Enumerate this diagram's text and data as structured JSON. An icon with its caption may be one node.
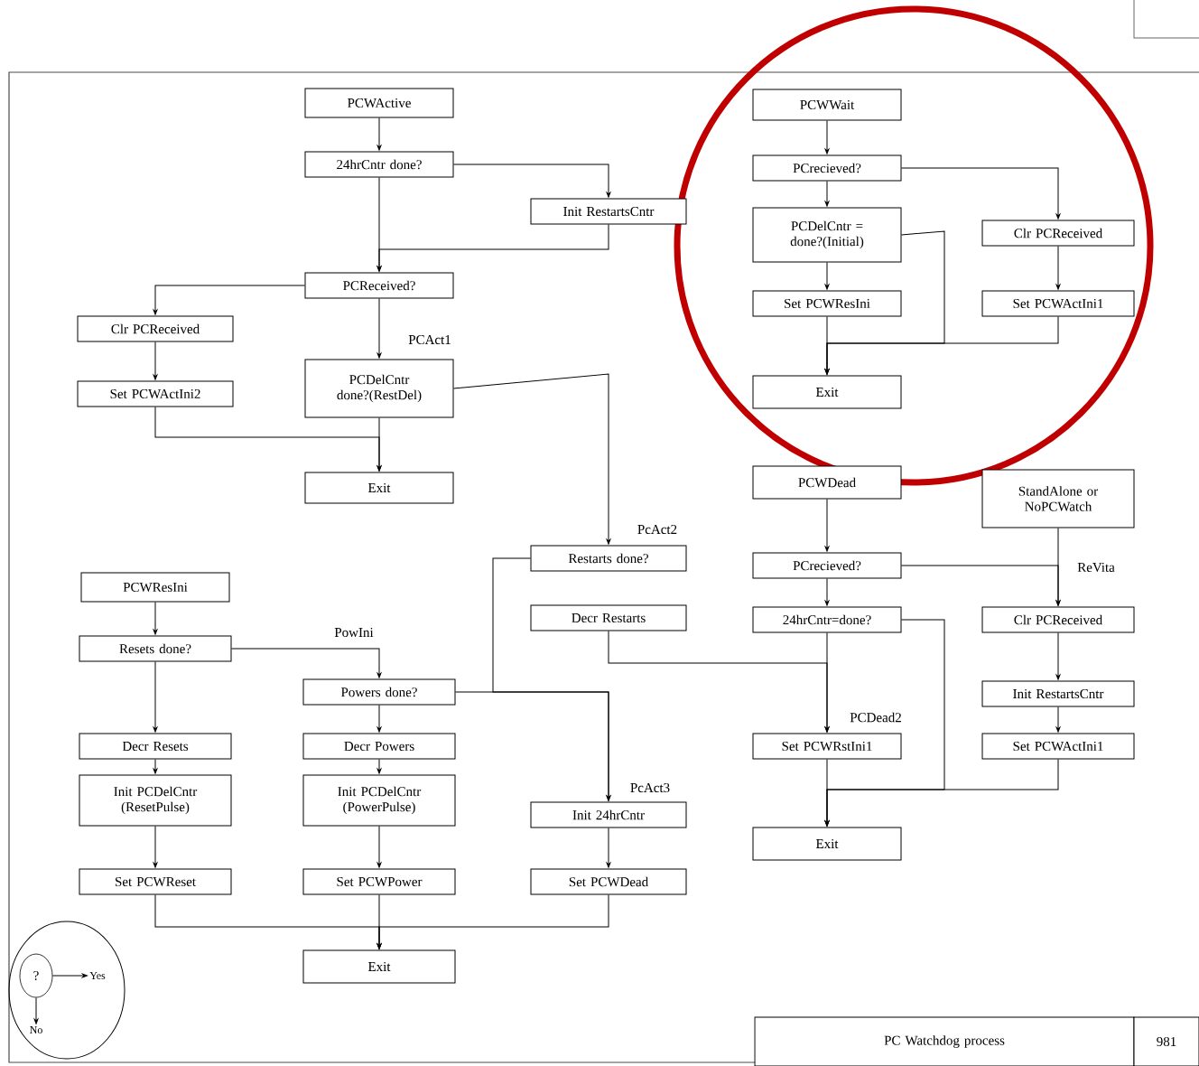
{
  "diagram": {
    "nodes": [
      {
        "text": [
          "PCWActive"
        ]
      },
      {
        "text": [
          "24hrCntr done?"
        ]
      },
      {
        "text": [
          "Init RestartsCntr"
        ]
      },
      {
        "text": [
          "PCReceived?"
        ]
      },
      {
        "text": [
          "Clr PCReceived"
        ]
      },
      {
        "text": [
          "Set PCWActIni2"
        ]
      },
      {
        "text": [
          "PCDelCntr done?(RestDel)"
        ]
      },
      {
        "text": [
          "Exit"
        ]
      },
      {
        "text": [
          "PCWWait"
        ]
      },
      {
        "text": [
          "PCrecieved?"
        ]
      },
      {
        "text": [
          "PCDelCntr = done?(Initial)"
        ]
      },
      {
        "text": [
          "Clr PCReceived"
        ]
      },
      {
        "text": [
          "Set PCWResIni"
        ]
      },
      {
        "text": [
          "Set PCWActIni1"
        ]
      },
      {
        "text": [
          "Exit"
        ]
      },
      {
        "text": [
          "Restarts done?"
        ]
      },
      {
        "text": [
          "Decr Restarts"
        ]
      },
      {
        "text": [
          "PCWResIni"
        ]
      },
      {
        "text": [
          "Resets done?"
        ]
      },
      {
        "text": [
          "Powers done?"
        ]
      },
      {
        "text": [
          "Decr Resets"
        ]
      },
      {
        "text": [
          "Decr Powers"
        ]
      },
      {
        "text": [
          "Init PCDelCntr (ResetPulse)"
        ]
      },
      {
        "text": [
          "Init PCDelCntr (PowerPulse)"
        ]
      },
      {
        "text": [
          "Init 24hrCntr"
        ]
      },
      {
        "text": [
          "Set PCWReset"
        ]
      },
      {
        "text": [
          "Set PCWPower"
        ]
      },
      {
        "text": [
          "Set PCWDead"
        ]
      },
      {
        "text": [
          "Exit"
        ]
      },
      {
        "text": [
          "PCWDead"
        ]
      },
      {
        "text": [
          "StandAlone or NoPCWatch"
        ]
      },
      {
        "text": [
          "PCrecieved?"
        ]
      },
      {
        "text": [
          "24hrCntr=done?"
        ]
      },
      {
        "text": [
          "Clr PCReceived"
        ]
      },
      {
        "text": [
          "Init RestartsCntr"
        ]
      },
      {
        "text": [
          "Set PCWRstIni1"
        ]
      },
      {
        "text": [
          "Set PCWActIni1"
        ]
      },
      {
        "text": [
          "Exit"
        ]
      },
      {
        "text": [
          "?"
        ]
      },
      {
        "text": [
          "Yes"
        ]
      },
      {
        "text": [
          "No"
        ]
      },
      {
        "text": [
          "PC Watchdog process"
        ]
      },
      {
        "text": [
          "981"
        ]
      }
    ],
    "edges": [
      {
        "from": 0,
        "to": 1,
        "arrow": "to"
      },
      {
        "from": 1,
        "to": 2,
        "arrow": "to"
      },
      {
        "from": 1,
        "to": 3,
        "arrow": "to"
      },
      {
        "from": 2,
        "to": 3,
        "arrow": "to"
      },
      {
        "from": 3,
        "to": 4,
        "arrow": "to"
      },
      {
        "from": 3,
        "to": 6,
        "arrow": "to",
        "label": "PCAct1"
      },
      {
        "from": 4,
        "to": 5,
        "arrow": "to"
      },
      {
        "from": 5,
        "to": 7,
        "arrow": "to"
      },
      {
        "from": 6,
        "to": 7,
        "arrow": "to"
      },
      {
        "from": 6,
        "to": 15,
        "arrow": "to",
        "label": "PcAct2"
      },
      {
        "from": 8,
        "to": 9,
        "arrow": "to"
      },
      {
        "from": 9,
        "to": 10,
        "arrow": "to"
      },
      {
        "from": 9,
        "to": 11,
        "arrow": "to"
      },
      {
        "from": 10,
        "to": 12,
        "arrow": "to"
      },
      {
        "from": 10,
        "to": 14,
        "arrow": "to"
      },
      {
        "from": 11,
        "to": 13,
        "arrow": "to"
      },
      {
        "from": 12,
        "to": 14,
        "arrow": "to"
      },
      {
        "from": 13,
        "to": 14,
        "arrow": "to"
      },
      {
        "from": 15,
        "to": 24,
        "arrow": "to"
      },
      {
        "from": 16,
        "to": 35,
        "arrow": "to"
      },
      {
        "from": 17,
        "to": 18,
        "arrow": "to"
      },
      {
        "from": 18,
        "to": 19,
        "arrow": "to",
        "label": "PowIni"
      },
      {
        "from": 18,
        "to": 20,
        "arrow": "to"
      },
      {
        "from": 19,
        "to": 21,
        "arrow": "to"
      },
      {
        "from": 19,
        "to": 24,
        "arrow": "to",
        "label": "PcAct3"
      },
      {
        "from": 20,
        "to": 22,
        "arrow": "to"
      },
      {
        "from": 21,
        "to": 23,
        "arrow": "to"
      },
      {
        "from": 22,
        "to": 25,
        "arrow": "to"
      },
      {
        "from": 23,
        "to": 26,
        "arrow": "to"
      },
      {
        "from": 24,
        "to": 27,
        "arrow": "to"
      },
      {
        "from": 25,
        "to": 28,
        "arrow": "to"
      },
      {
        "from": 26,
        "to": 28,
        "arrow": "to"
      },
      {
        "from": 27,
        "to": 28,
        "arrow": "to"
      },
      {
        "from": 29,
        "to": 31,
        "arrow": "to"
      },
      {
        "from": 31,
        "to": 32,
        "arrow": "to"
      },
      {
        "from": 31,
        "to": 33,
        "arrow": "to",
        "label": "ReVita"
      },
      {
        "from": 30,
        "to": 33,
        "arrow": "to"
      },
      {
        "from": 32,
        "to": 35,
        "arrow": "to",
        "label": "PCDead2"
      },
      {
        "from": 32,
        "to": 37,
        "arrow": "to"
      },
      {
        "from": 33,
        "to": 34,
        "arrow": "to"
      },
      {
        "from": 34,
        "to": 36,
        "arrow": "to"
      },
      {
        "from": 35,
        "to": 37,
        "arrow": "to"
      },
      {
        "from": 36,
        "to": 37,
        "arrow": "to"
      },
      {
        "from": 38,
        "to": 39,
        "arrow": "to"
      },
      {
        "from": 38,
        "to": 40,
        "arrow": "to"
      }
    ]
  }
}
